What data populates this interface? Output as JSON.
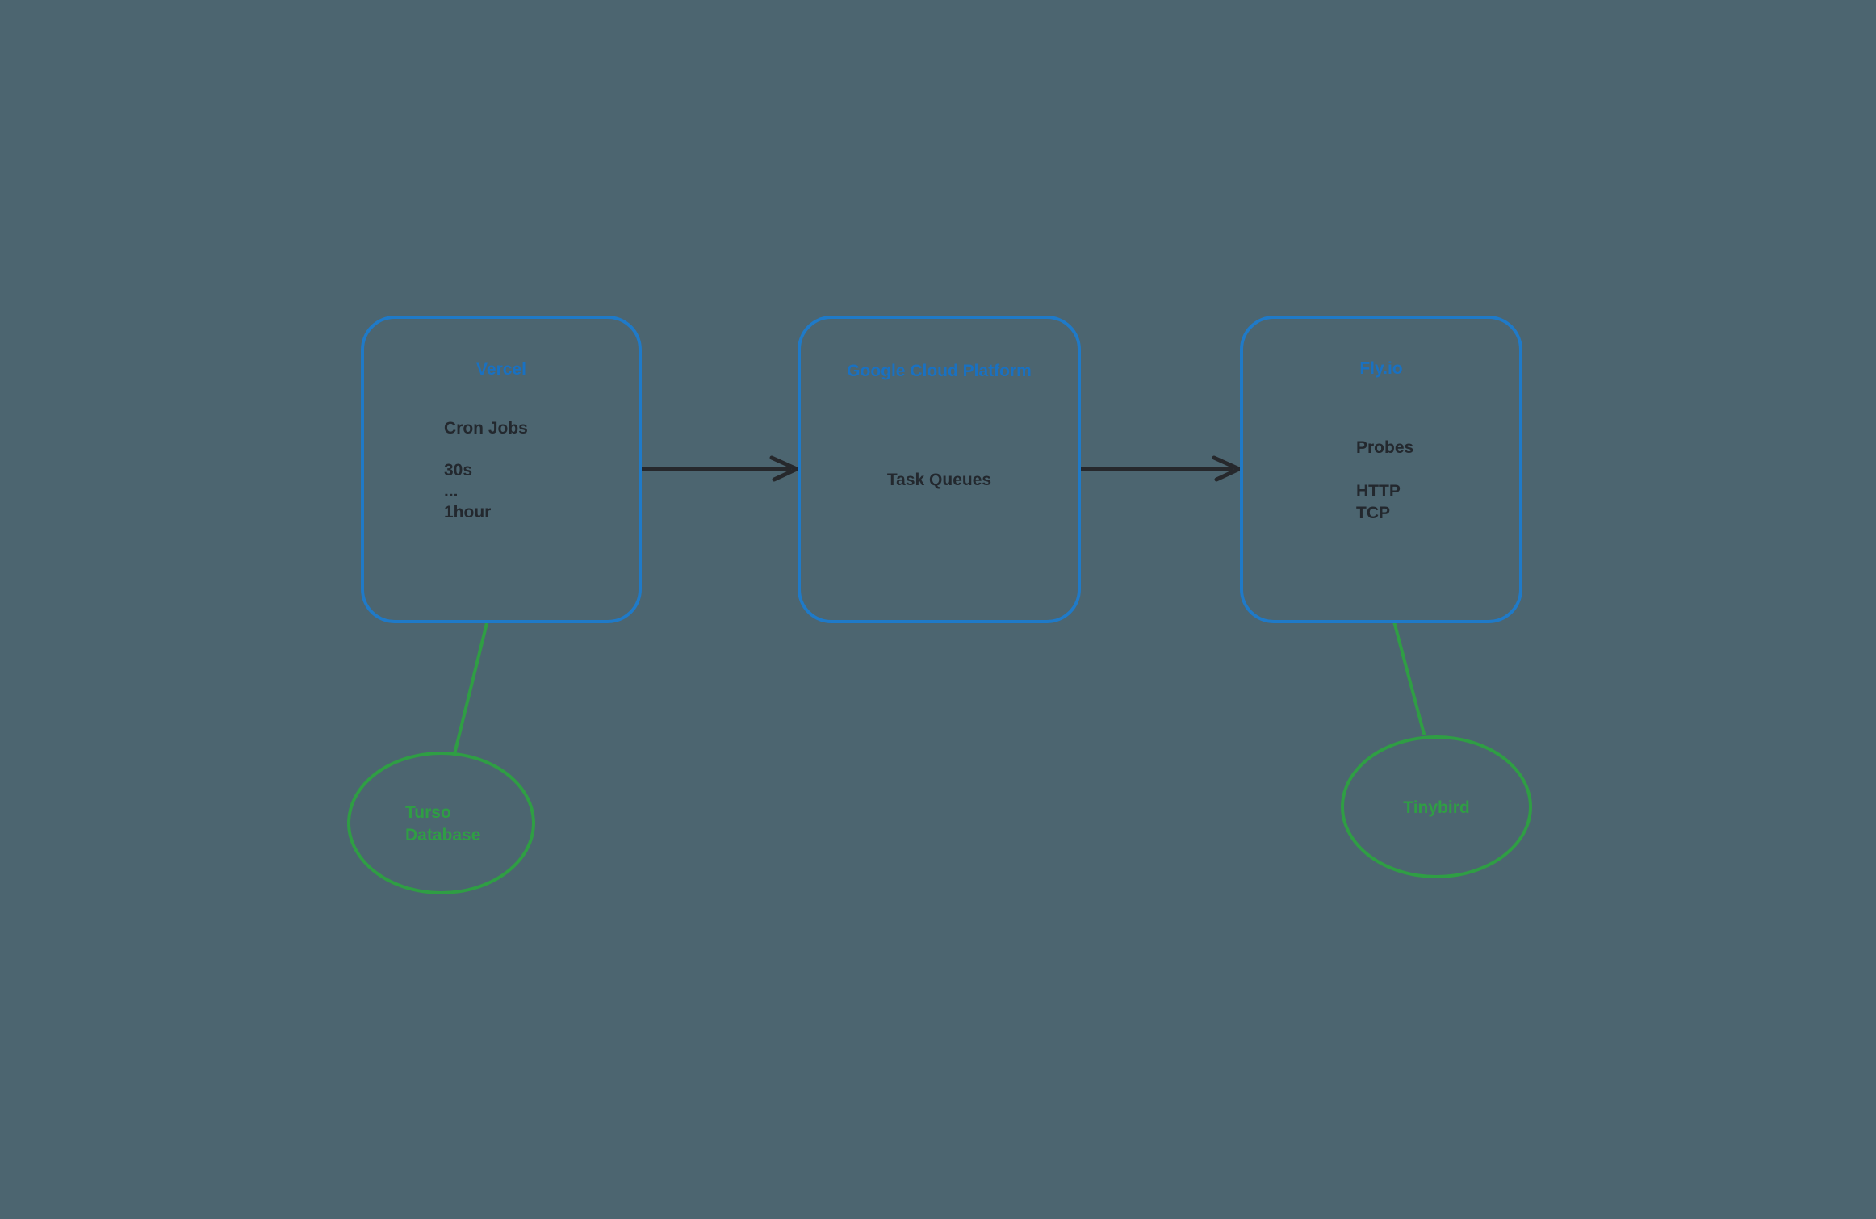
{
  "diagram": {
    "nodes": {
      "vercel": {
        "title": "Vercel",
        "body": "Cron Jobs\n\n30s\n...\n1hour"
      },
      "gcp": {
        "title": "Google Cloud Platform",
        "body": "Task Queues"
      },
      "flyio": {
        "title": "Fly.io",
        "body": "Probes\n\nHTTP\nTCP"
      },
      "turso": {
        "label": "Turso\nDatabase"
      },
      "tinybird": {
        "label": "Tinybird"
      }
    },
    "colors": {
      "canvas_bg": "#4c6570",
      "box_border_blue": "#1f7ac8",
      "title_blue": "#1971c2",
      "body_text": "#23282e",
      "arrow_black": "#26282c",
      "green": "#2f9e44"
    }
  }
}
